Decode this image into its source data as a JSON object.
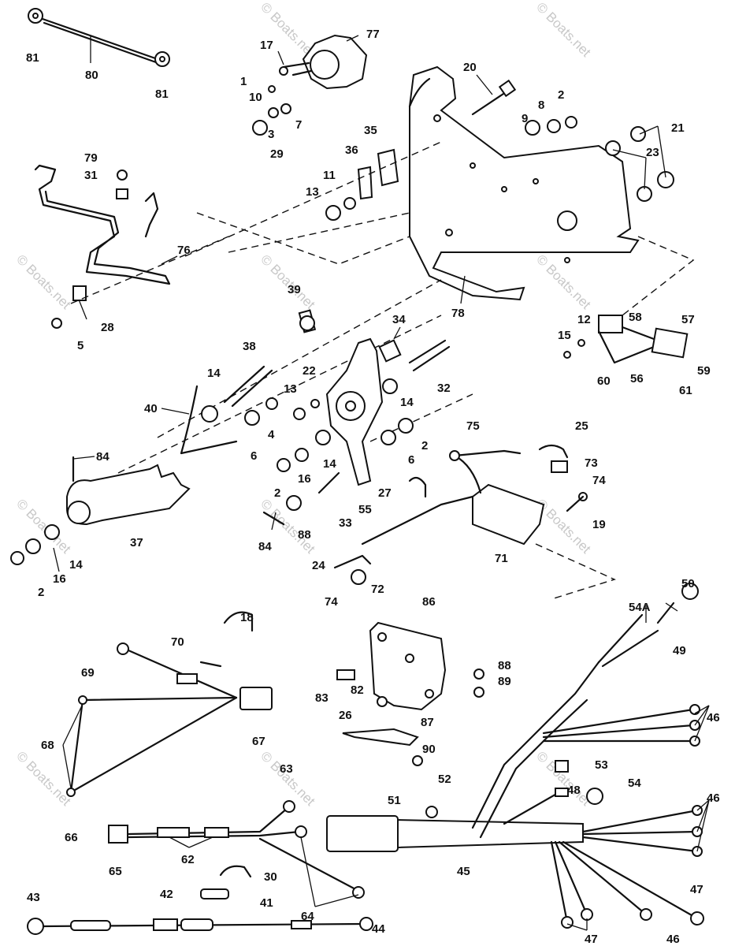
{
  "watermark": "© Boats.net",
  "callouts": [
    "81",
    "80",
    "81",
    "17",
    "77",
    "1",
    "10",
    "3",
    "7",
    "29",
    "20",
    "8",
    "2",
    "9",
    "21",
    "23",
    "35",
    "36",
    "11",
    "13",
    "79",
    "31",
    "76",
    "28",
    "5",
    "39",
    "78",
    "34",
    "12",
    "58",
    "57",
    "15",
    "59",
    "60",
    "56",
    "61",
    "38",
    "22",
    "13",
    "14",
    "40",
    "4",
    "32",
    "14",
    "84",
    "6",
    "2",
    "6",
    "14",
    "16",
    "2",
    "25",
    "75",
    "73",
    "74",
    "27",
    "33",
    "55",
    "88",
    "37",
    "84",
    "19",
    "71",
    "14",
    "16",
    "2",
    "24",
    "72",
    "74",
    "50",
    "54A",
    "49",
    "18",
    "86",
    "70",
    "69",
    "88",
    "89",
    "83",
    "82",
    "26",
    "87",
    "67",
    "68",
    "90",
    "63",
    "53",
    "51",
    "52",
    "48",
    "54",
    "46",
    "46",
    "66",
    "62",
    "45",
    "65",
    "30",
    "42",
    "41",
    "64",
    "43",
    "44",
    "47",
    "47",
    "46"
  ]
}
